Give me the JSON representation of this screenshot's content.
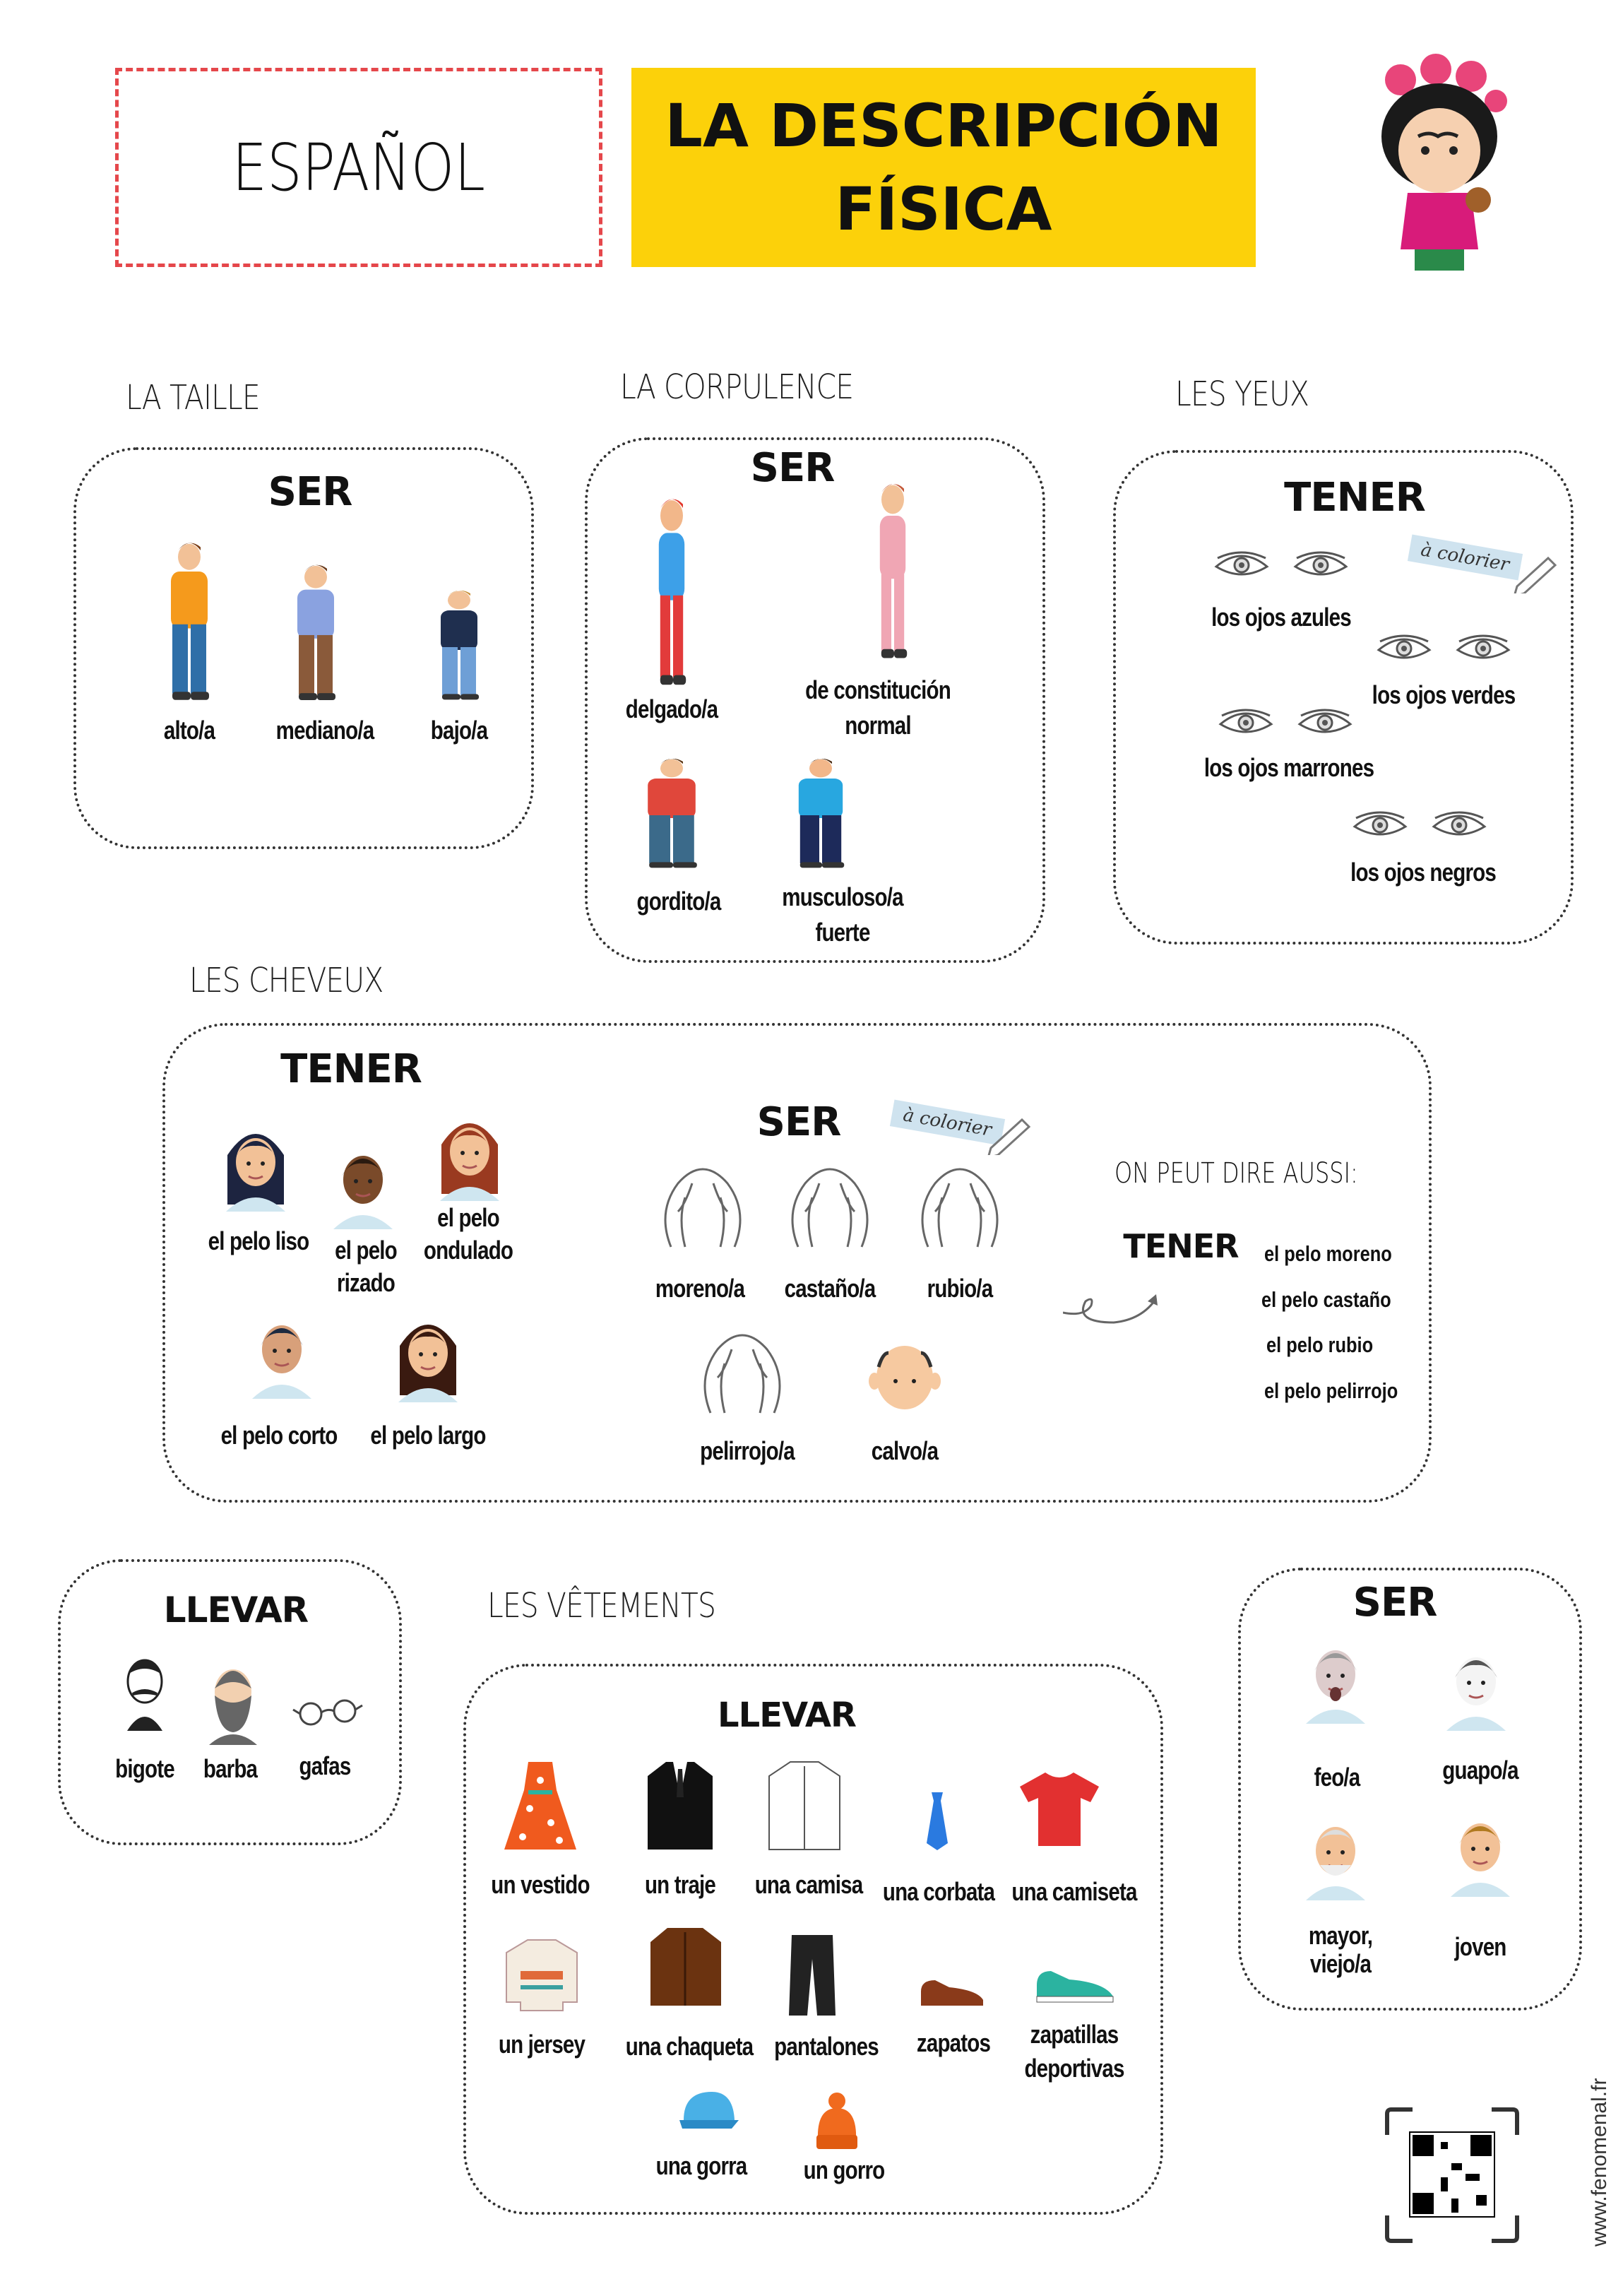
{
  "header": {
    "subject": "ESPAÑOL",
    "title_line1": "LA DESCRIPCIÓN",
    "title_line2": "FÍSICA"
  },
  "colors": {
    "title_bg": "#fcd10a",
    "dashed_border": "#e5474b"
  },
  "taille": {
    "heading": "LA TAILLE",
    "verb": "SER",
    "items": [
      "alto/a",
      "mediano/a",
      "bajo/a"
    ]
  },
  "corpulence": {
    "heading": "LA CORPULENCE",
    "verb": "SER",
    "items": [
      "delgado/a",
      "de constitución",
      "normal",
      "gordito/a",
      "musculoso/a",
      "fuerte"
    ]
  },
  "yeux": {
    "heading": "LES YEUX",
    "verb": "TENER",
    "tag": "à colorier",
    "items": [
      "los ojos azules",
      "los ojos verdes",
      "los ojos marrones",
      "los ojos negros"
    ]
  },
  "cheveux": {
    "heading": "LES CHEVEUX",
    "verb_tener": "TENER",
    "tener_items": [
      "el pelo liso",
      "el pelo",
      "rizado",
      "el pelo",
      "ondulado",
      "el pelo corto",
      "el pelo largo"
    ],
    "verb_ser": "SER",
    "tag": "à colorier",
    "ser_items": [
      "moreno/a",
      "castaño/a",
      "rubio/a",
      "pelirrojo/a",
      "calvo/a"
    ],
    "aussi_heading": "ON PEUT DIRE AUSSI:",
    "aussi_verb": "TENER",
    "aussi_items": [
      "el pelo moreno",
      "el pelo castaño",
      "el pelo rubio",
      "el pelo pelirrojo"
    ]
  },
  "llevar": {
    "verb": "LLEVAR",
    "items": [
      "bigote",
      "barba",
      "gafas"
    ]
  },
  "vetements": {
    "heading": "LES VÊTEMENTS",
    "verb": "LLEVAR",
    "items": [
      "un vestido",
      "un traje",
      "una camisa",
      "una corbata",
      "una camiseta",
      "un jersey",
      "una chaqueta",
      "pantalones",
      "zapatos",
      "zapatillas",
      "deportivas",
      "una gorra",
      "un gorro"
    ]
  },
  "ser_box": {
    "verb": "SER",
    "items": [
      "feo/a",
      "guapo/a",
      "mayor,",
      "viejo/a",
      "joven"
    ]
  },
  "footer": {
    "url": "www.fenomenal.fr"
  }
}
